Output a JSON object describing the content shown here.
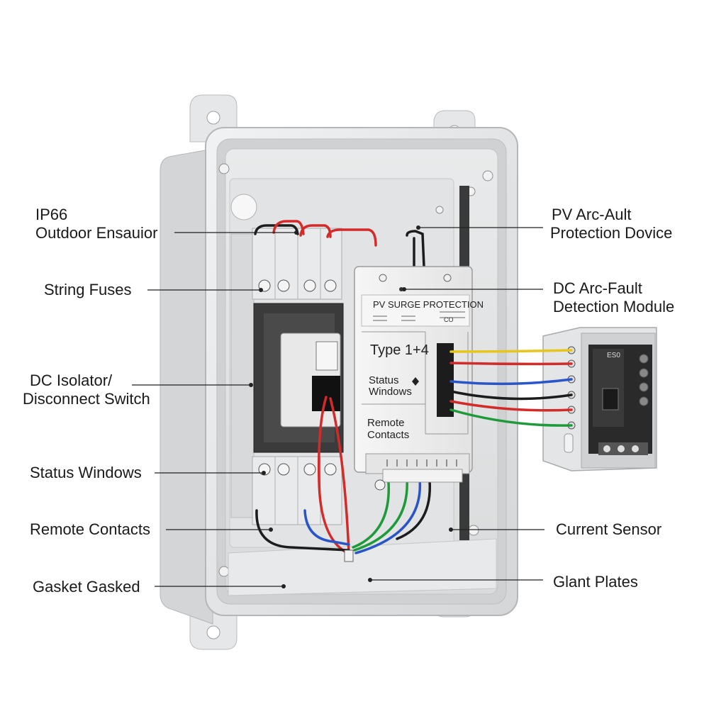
{
  "labels": {
    "enclosure": [
      "IP66",
      "Outdoor Ensauior"
    ],
    "string_fuses": "String Fuses",
    "dc_isolator": [
      "DC Isolator/",
      "Disconnect Switch"
    ],
    "status_windows": "Status Windows",
    "remote_contacts": "Remote Contacts",
    "gasket": "Gasket Gasked",
    "pv_arc": [
      "PV Arc-Ault",
      "Protection Dovice"
    ],
    "dc_arc": [
      "DC Arc-Fault",
      "Detection Module"
    ],
    "current_sensor": "Current Sensor",
    "glant_plates": "Glant Plates"
  },
  "spd_module": {
    "title": "PV SURGE PROTECTION",
    "type": "Type 1+4",
    "status": [
      "Status",
      "Windows"
    ],
    "remote": [
      "Remote",
      "Contacts"
    ],
    "code": "CO"
  },
  "arc_module": {
    "code": "ES0"
  },
  "colors": {
    "enclosure": "#e4e5e6",
    "enclosure_shade": "#cdcfd1",
    "wire_red": "#d32a2a",
    "wire_blue": "#2a55c8",
    "wire_green": "#1f9a3a",
    "wire_yellow": "#e8c51a",
    "wire_black": "#1c1c1c"
  }
}
